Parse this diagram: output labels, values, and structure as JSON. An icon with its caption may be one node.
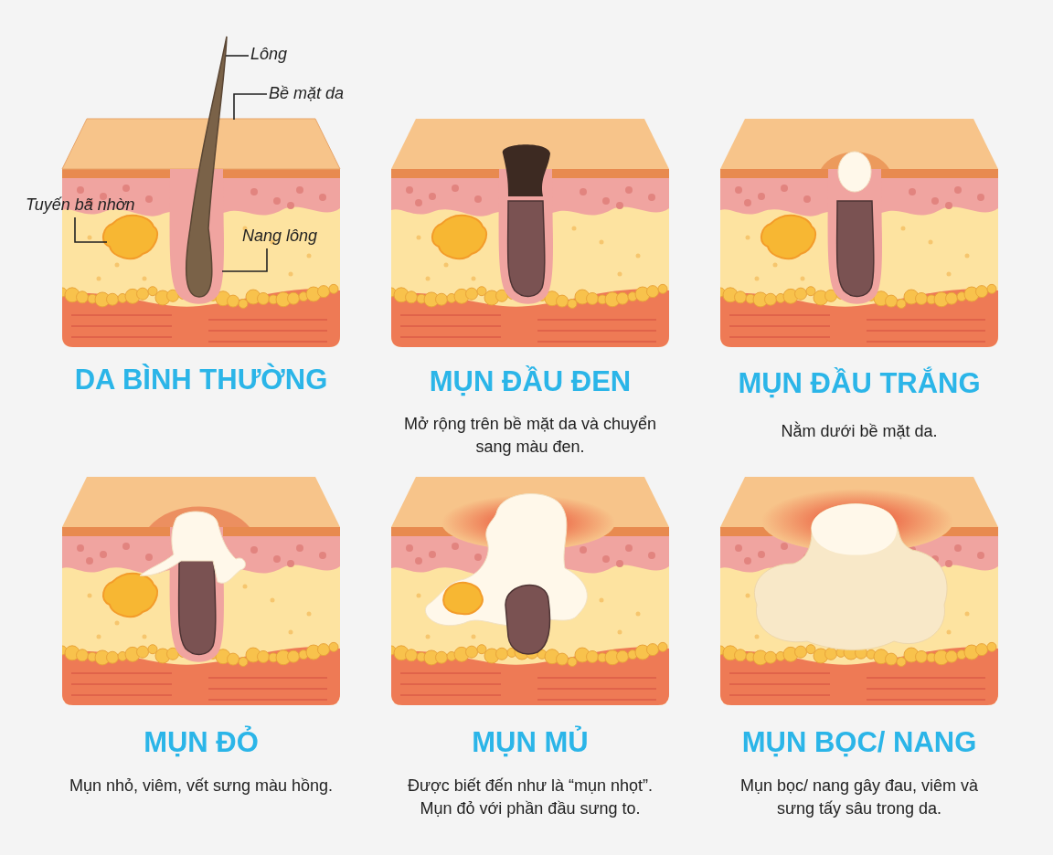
{
  "diagram": {
    "nodes": [
      {
        "text": [
          "Lông"
        ]
      },
      {
        "text": [],
        "shape": "picture"
      },
      {
        "text": [
          "Bề mặt da"
        ]
      },
      {
        "text": [],
        "shape": "box"
      },
      {
        "text": [
          "Tuyến bã nhờn"
        ]
      },
      {
        "text": [],
        "shape": "picture"
      },
      {
        "text": [
          "Nang lông"
        ]
      },
      {
        "text": [],
        "shape": "picture"
      }
    ],
    "edges": [
      {
        "from": 0,
        "to": 1,
        "arrow": "none"
      },
      {
        "from": 2,
        "to": 3,
        "arrow": "none"
      },
      {
        "from": 4,
        "to": 5,
        "arrow": "none"
      },
      {
        "from": 6,
        "to": 7,
        "arrow": "none"
      }
    ],
    "labels": [
      "DA BÌNH THƯỜNG",
      "MỤN ĐẦU ĐEN",
      "Mở rộng trên bề mặt da và chuyển sang màu đen.",
      "MỤN ĐẦU TRẮNG",
      "Nằm dưới bề mặt da.",
      "MỤN ĐỎ",
      "Mụn nhỏ, viêm, vết sưng màu hồng.",
      "MỤN MỦ",
      "Được biết đến như là “mụn nhọt”. Mụn đỏ với phần đầu sưng to.",
      "MỤN BỌC/ NANG",
      "Mụn bọc/ nang gây đau, viêm và sưng tấy sâu trong da."
    ]
  }
}
